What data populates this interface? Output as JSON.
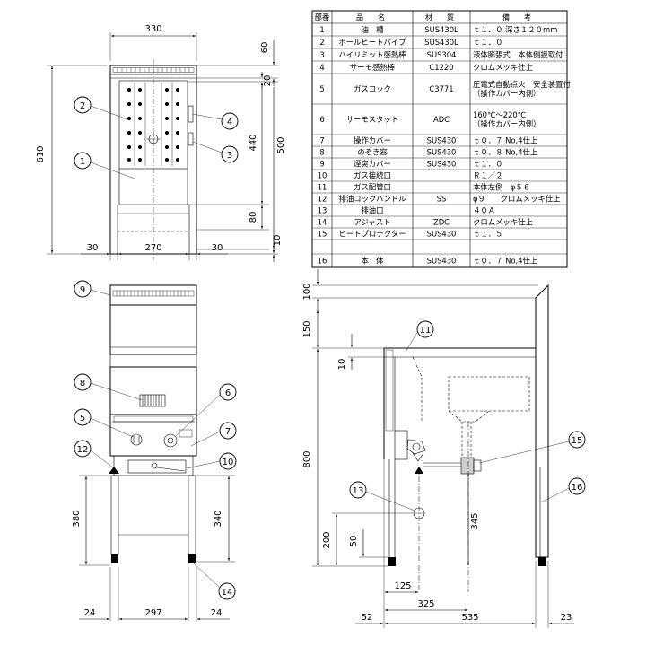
{
  "parts_table": {
    "headers": [
      "部番",
      "品　名",
      "材　質",
      "備　考"
    ],
    "rows": [
      [
        "1",
        "油　槽",
        "SUS430L",
        "ｔ１．０ 深さ１２０mm"
      ],
      [
        "2",
        "ホールヒートパイプ",
        "SUS430L",
        "ｔ１．０"
      ],
      [
        "3",
        "ハイリミット感熱棒",
        "SUS304",
        "液体膨張式　本体側扳取付"
      ],
      [
        "4",
        "サーモ感熱棒",
        "C1220",
        "クロムメッキ仕上"
      ],
      [
        "5",
        "ガスコック",
        "C3771",
        "圧電式自動点火　安全装置付\n（操作カバー内側）"
      ],
      [
        "6",
        "サーモスタット",
        "ADC",
        "160℃～220℃\n（操作カバー内側）"
      ],
      [
        "7",
        "操作カバー",
        "SUS430",
        "ｔ０．７ No,4仕上"
      ],
      [
        "8",
        "のぞき窓",
        "SUS430",
        "ｔ０．８ No,4仕上"
      ],
      [
        "9",
        "煙突カバー",
        "SUS430",
        "ｔ１．０"
      ],
      [
        "10",
        "ガス接続口",
        "",
        "Ｒ１／２"
      ],
      [
        "11",
        "ガス配管口",
        "",
        "本体左側　φ５６"
      ],
      [
        "12",
        "排油コックハンドル",
        "SS",
        "φ９　　クロムメッキ仕上"
      ],
      [
        "13",
        "排油口",
        "",
        "４０Ａ"
      ],
      [
        "14",
        "アジャスト",
        "ZDC",
        "クロムメッキ仕上"
      ],
      [
        "15",
        "ヒートプロテクター",
        "SUS430",
        "ｔ１．５"
      ],
      [
        "16",
        "本　体",
        "SUS430",
        "ｔ０．７ No,4仕上"
      ]
    ]
  },
  "top_view": {
    "dims": {
      "width": "330",
      "height": "610",
      "d60": "60",
      "d20": "20",
      "d500": "500",
      "d440": "440",
      "d80": "80",
      "d10": "10",
      "left30": "30",
      "mid270": "270",
      "right30": "30"
    },
    "callouts": [
      "1",
      "2",
      "3",
      "4"
    ]
  },
  "front_view": {
    "dims": {
      "d380": "380",
      "d340": "340",
      "left24": "24",
      "mid297": "297",
      "right24": "24"
    },
    "callouts": [
      "5",
      "6",
      "7",
      "8",
      "9",
      "10",
      "12",
      "14"
    ]
  },
  "side_view": {
    "dims": {
      "d100": "100",
      "d150": "150",
      "d10": "10",
      "d800": "800",
      "d200": "200",
      "d50": "50",
      "d345": "345",
      "d125": "125",
      "d325": "325",
      "left52": "52",
      "mid535": "535",
      "right23": "23"
    },
    "callouts": [
      "11",
      "13",
      "15",
      "16"
    ]
  }
}
